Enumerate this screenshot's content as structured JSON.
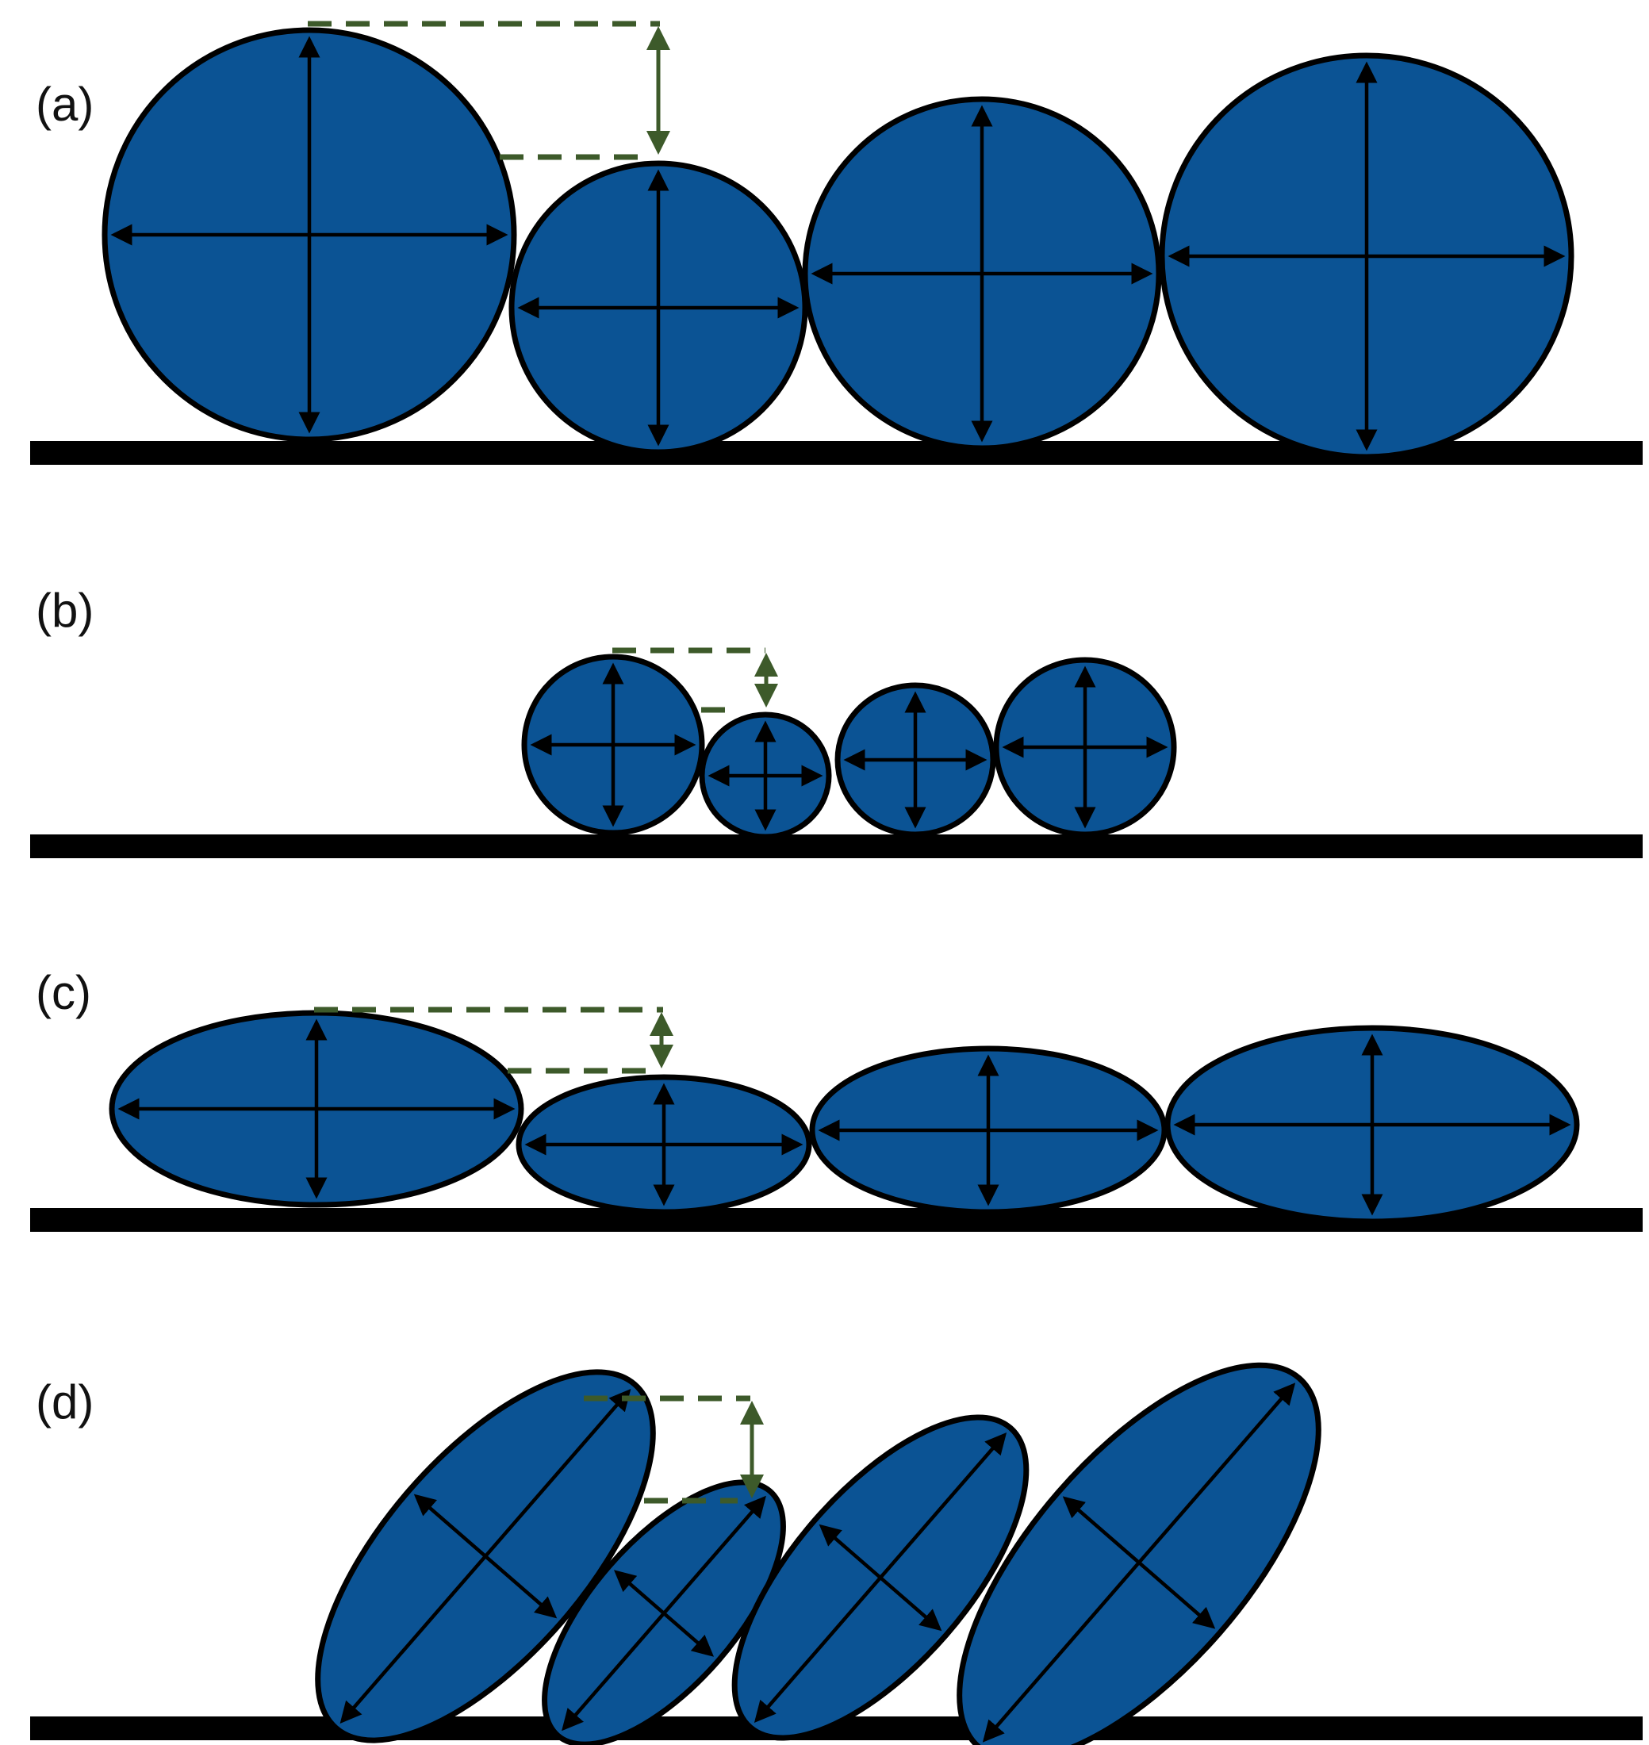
{
  "colors": {
    "particle_fill": "#0b5394",
    "outline": "#000000",
    "reference": "#3d5a2a",
    "background": "#ffffff"
  },
  "panels": [
    {
      "id": "a",
      "label": "(a)",
      "shape": "sphere",
      "particle_count": 4
    },
    {
      "id": "b",
      "label": "(b)",
      "shape": "small sphere",
      "particle_count": 4
    },
    {
      "id": "c",
      "label": "(c)",
      "shape": "oblate ellipsoid",
      "particle_count": 4
    },
    {
      "id": "d",
      "label": "(d)",
      "shape": "tilted ellipsoid",
      "particle_count": 4
    }
  ]
}
